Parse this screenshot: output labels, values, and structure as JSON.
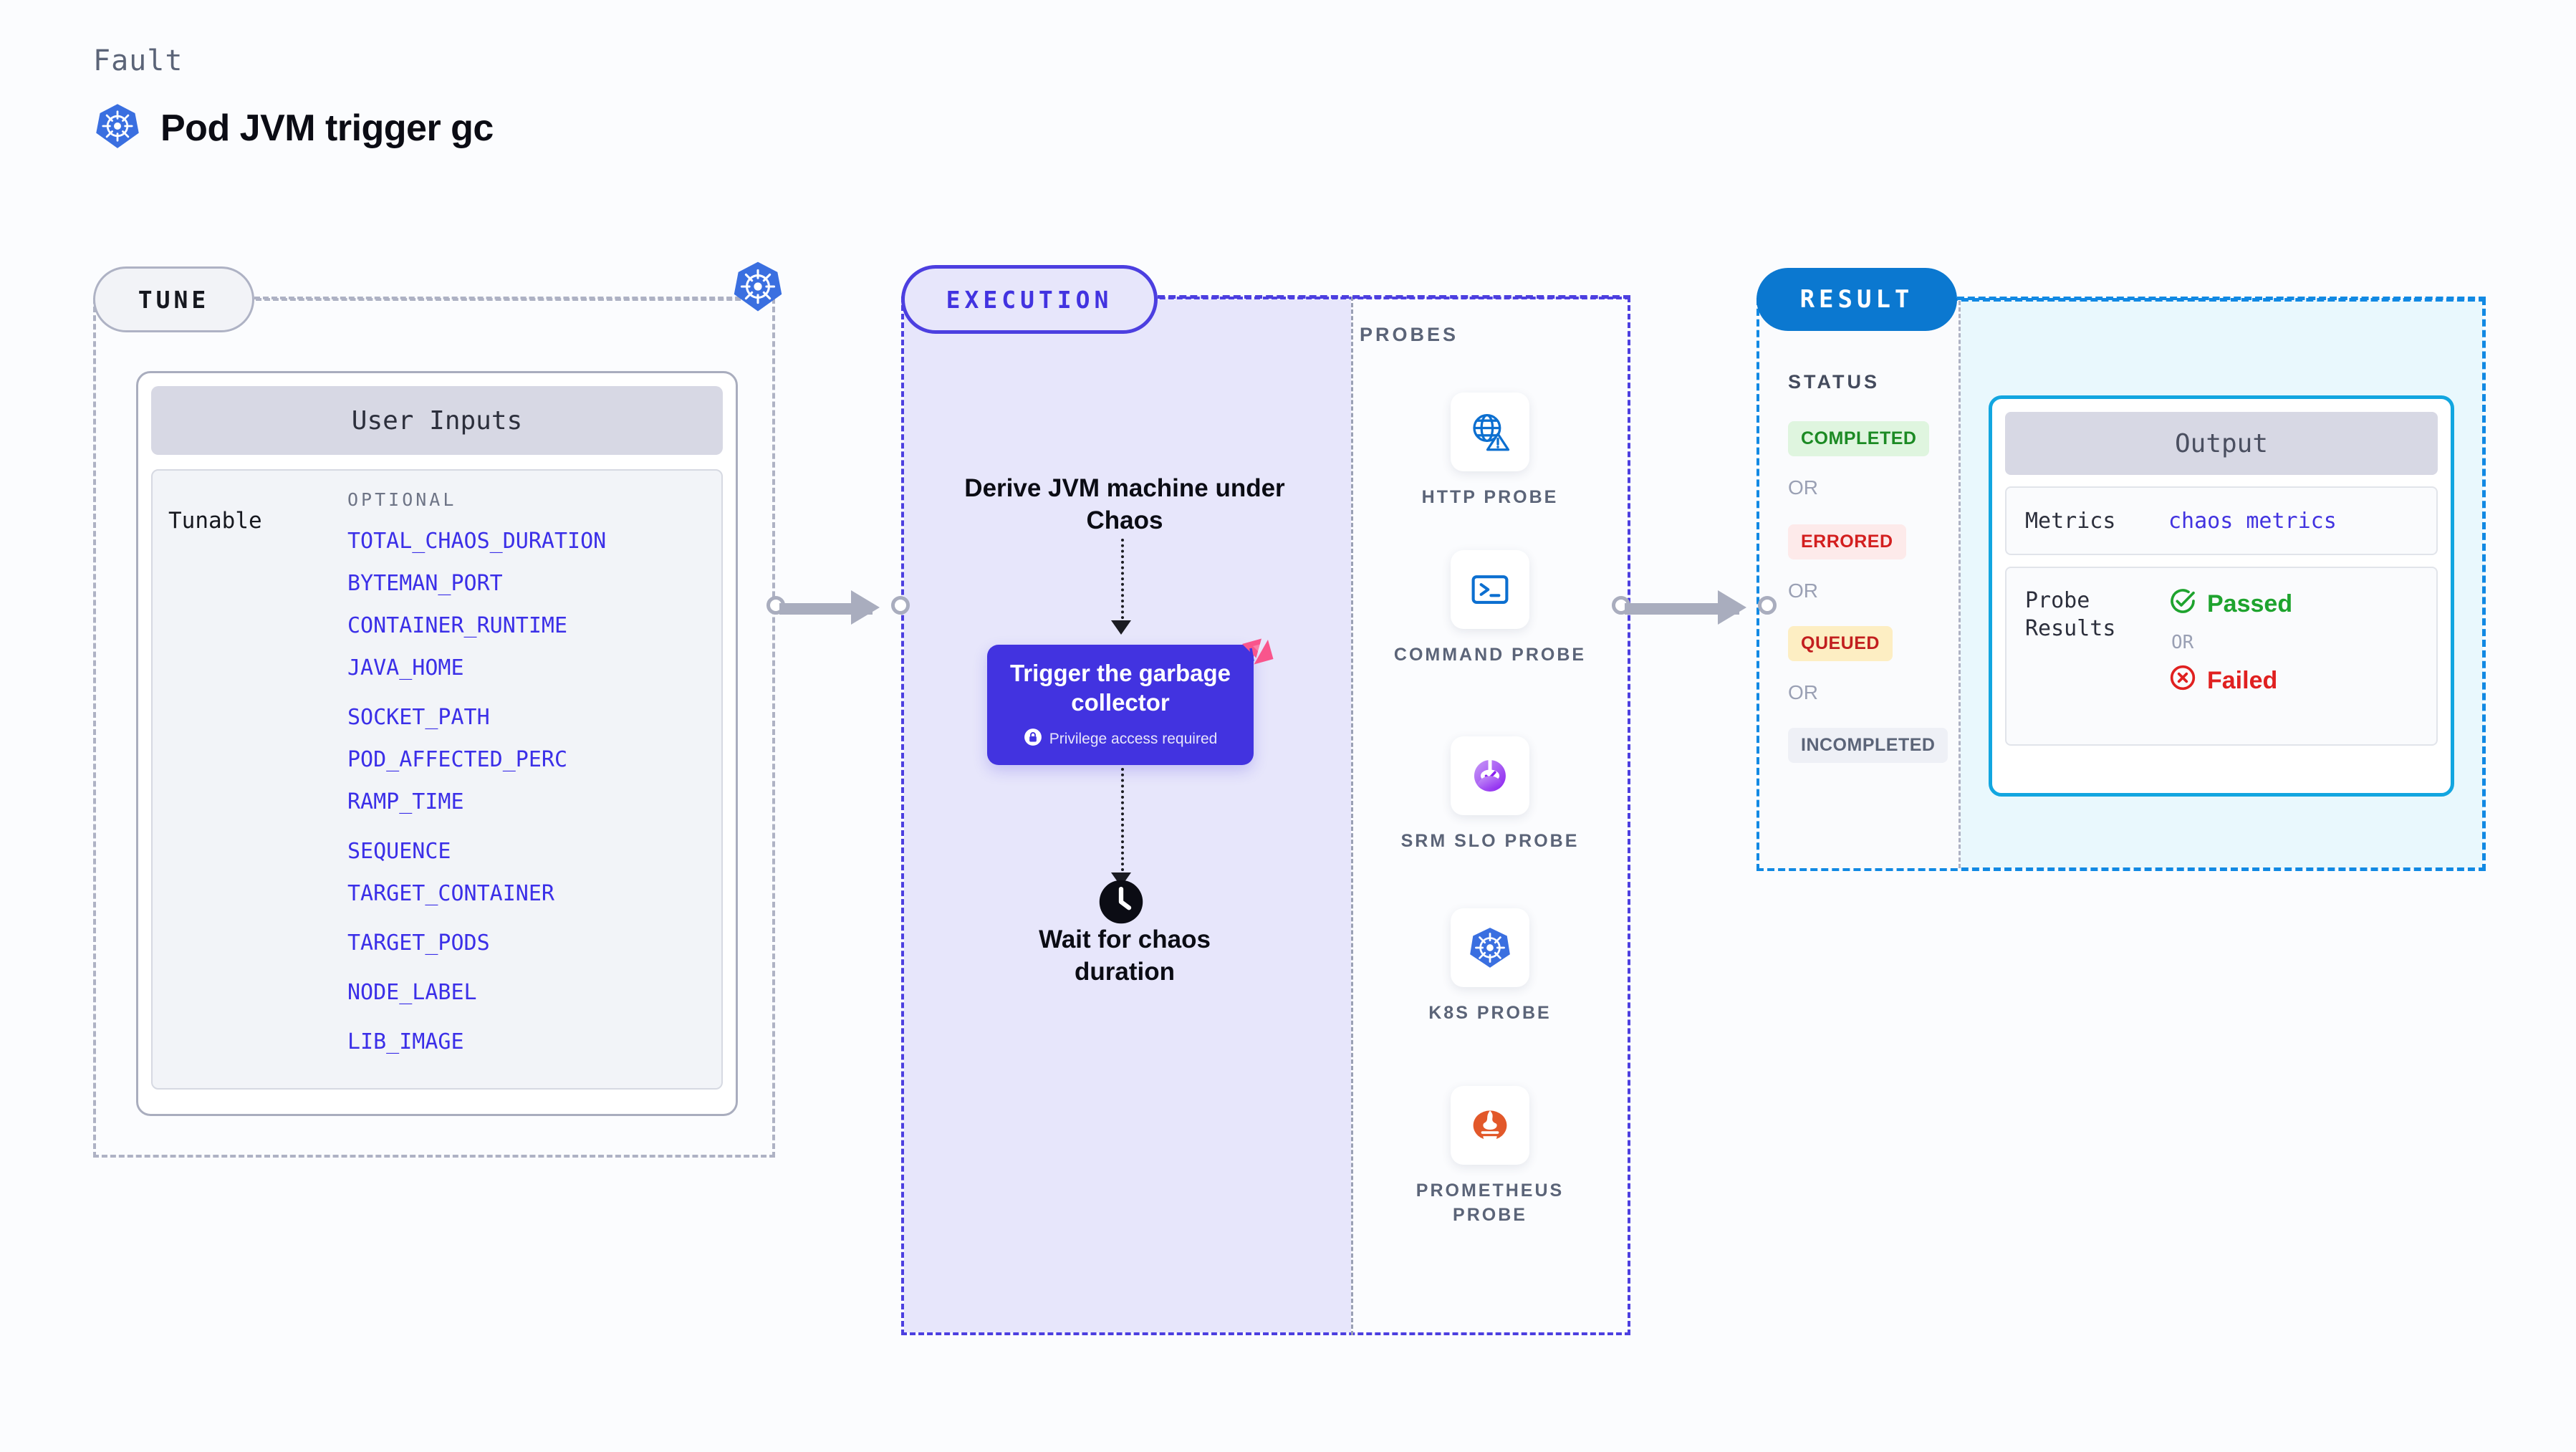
{
  "header": {
    "fault_label": "Fault",
    "title": "Pod JVM trigger gc",
    "icon": "kubernetes-icon"
  },
  "tune": {
    "tab_label": "TUNE",
    "icon": "kubernetes-icon",
    "card": {
      "title": "User Inputs",
      "row_label": "Tunable",
      "group_label": "OPTIONAL",
      "variables": [
        "TOTAL_CHAOS_DURATION",
        "BYTEMAN_PORT",
        "CONTAINER_RUNTIME",
        "JAVA_HOME",
        "SOCKET_PATH",
        "POD_AFFECTED_PERC",
        "RAMP_TIME",
        "SEQUENCE",
        "TARGET_CONTAINER",
        "TARGET_PODS",
        "NODE_LABEL",
        "LIB_IMAGE"
      ]
    }
  },
  "execution": {
    "tab_label": "EXECUTION",
    "steps": {
      "derive": "Derive JVM machine under Chaos",
      "trigger_title": "Trigger the garbage collector",
      "trigger_note": "Privilege access required",
      "trigger_note_icon": "lock-icon",
      "trigger_badge_icon": "litmus-logo-icon",
      "wait_icon": "clock-icon",
      "wait": "Wait for chaos duration"
    }
  },
  "probes": {
    "section_label": "PROBES",
    "items": [
      {
        "label": "HTTP PROBE",
        "icon": "globe-warning-icon"
      },
      {
        "label": "COMMAND PROBE",
        "icon": "terminal-icon"
      },
      {
        "label": "SRM SLO PROBE",
        "icon": "srm-slo-icon"
      },
      {
        "label": "K8S PROBE",
        "icon": "kubernetes-icon"
      },
      {
        "label": "PROMETHEUS PROBE",
        "icon": "prometheus-icon"
      }
    ]
  },
  "result": {
    "tab_label": "RESULT",
    "status_label": "STATUS",
    "or_label": "OR",
    "statuses": [
      {
        "label": "COMPLETED",
        "bg": "#dff5df",
        "fg": "#1c8a24"
      },
      {
        "label": "ERRORED",
        "bg": "#fdeaea",
        "fg": "#d31f1f"
      },
      {
        "label": "QUEUED",
        "bg": "#fdeec3",
        "fg": "#c21f1f"
      },
      {
        "label": "INCOMPLETED",
        "bg": "#eef0f6",
        "fg": "#5b6478"
      }
    ],
    "output": {
      "title": "Output",
      "metrics_key": "Metrics",
      "metrics_value": "chaos metrics",
      "probe_key": "Probe Results",
      "passed_label": "Passed",
      "passed_icon": "check-circle-icon",
      "failed_label": "Failed",
      "failed_icon": "x-circle-icon",
      "or_label": "OR"
    }
  },
  "colors": {
    "accent_purple": "#4233e0",
    "variable_blue": "#3b2fe8",
    "result_blue": "#0b78d0",
    "output_border": "#12a6e0",
    "kubernetes_blue": "#3a6fe0",
    "litmus_pink": "#f9558c"
  }
}
